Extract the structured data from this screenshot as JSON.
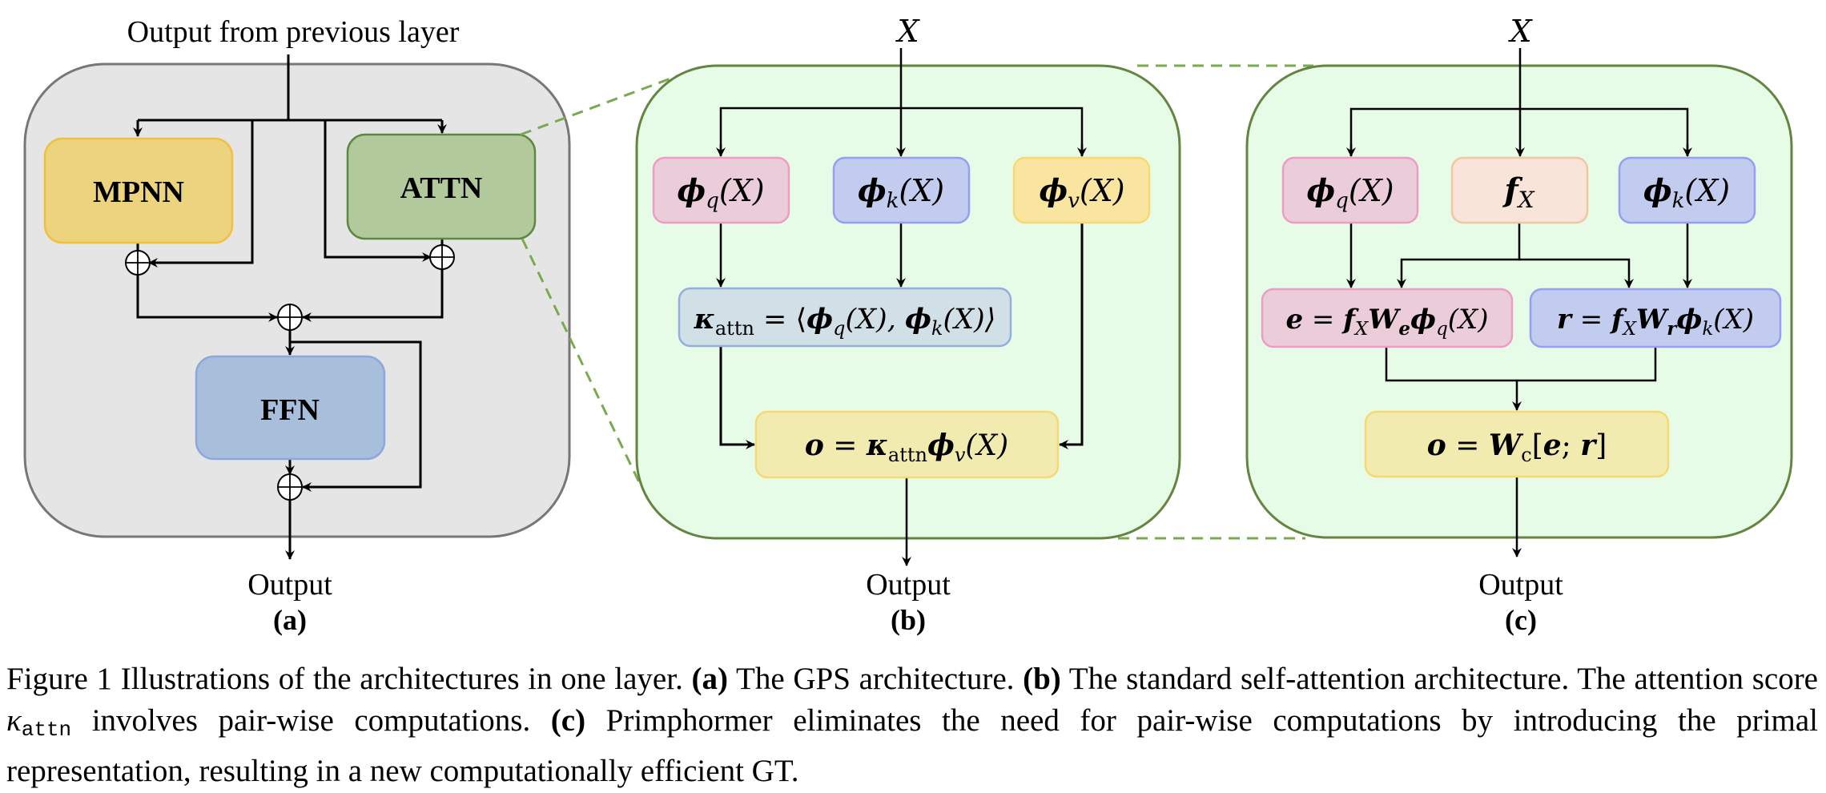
{
  "colors": {
    "gps_panel_fill": "#e5e5e5",
    "gps_panel_stroke": "#777777",
    "mpnn_fill": "#ecd37e",
    "mpnn_stroke": "#f2c040",
    "attn_fill": "#b2ca9b",
    "attn_stroke": "#5d8841",
    "ffn_fill": "#a7bfdb",
    "ffn_stroke": "#8ea6de",
    "detail_panel_fill": "#e6fce6",
    "detail_panel_stroke": "#648442",
    "dash": "#7aaa50",
    "pink_fill": "#ebcdd9",
    "pink_stroke": "#ef9bc6",
    "blue_fill": "#c2ccee",
    "blue_stroke": "#9a9ef0",
    "yellow_fill": "#f9e5a0",
    "yellow_stroke": "#f7d873",
    "kattn_fill": "#d1e0e6",
    "kattn_stroke": "#94aee0",
    "fx_fill": "#f8e4d8",
    "fx_stroke": "#f0c6a4",
    "out_fill": "#f2ebb0",
    "out_stroke": "#f7d873"
  },
  "panel_a": {
    "input_label": "Output from previous layer",
    "mpnn": "MPNN",
    "attn": "ATTN",
    "ffn": "FFN",
    "output_label": "Output",
    "sublabel": "(a)",
    "add_icon": "circled-plus"
  },
  "panel_b": {
    "input_label": "X",
    "phi_q": {
      "base": "ϕ",
      "sub": "q",
      "arg": "(X)"
    },
    "phi_k": {
      "base": "ϕ",
      "sub": "k",
      "arg": "(X)"
    },
    "phi_v": {
      "base": "ϕ",
      "sub": "v",
      "arg": "(X)"
    },
    "kattn_expr": {
      "lhs": "κ",
      "lhs_sub": "attn",
      "eq": " = ⟨",
      "t1": "ϕ",
      "t1_sub": "q",
      "t1_arg": "(X), ",
      "t2": "ϕ",
      "t2_sub": "k",
      "t2_arg": "(X)⟩"
    },
    "output_expr": {
      "o": "o",
      "eq": " = ",
      "k": "κ",
      "k_sub": "attn",
      "p": "ϕ",
      "p_sub": "v",
      "arg": "(X)"
    },
    "output_label": "Output",
    "sublabel": "(b)"
  },
  "panel_c": {
    "input_label": "X",
    "phi_q": {
      "base": "ϕ",
      "sub": "q",
      "arg": "(X)"
    },
    "fx": {
      "base": "f",
      "sub": "X"
    },
    "phi_k": {
      "base": "ϕ",
      "sub": "k",
      "arg": "(X)"
    },
    "e_expr": {
      "lhs": "e",
      "eq": " = ",
      "f": "f",
      "f_sub": "X",
      "w": "W",
      "w_sub": "e",
      "p": "ϕ",
      "p_sub": "q",
      "arg": "(X)"
    },
    "r_expr": {
      "lhs": "r",
      "eq": " = ",
      "f": "f",
      "f_sub": "X",
      "w": "W",
      "w_sub": "r",
      "p": "ϕ",
      "p_sub": "k",
      "arg": "(X)"
    },
    "output_expr": {
      "o": "o",
      "eq": " = ",
      "w": "W",
      "w_sub": "c",
      "open": "[",
      "e": "e",
      "sep": "; ",
      "r": "r",
      "close": "]"
    },
    "output_label": "Output",
    "sublabel": "(c)"
  },
  "caption": {
    "figure_label": "Figure 1",
    "intro": " Illustrations of the architectures in one layer.  ",
    "a_tag": "(a)",
    "a_text": " The GPS architecture.  ",
    "b_tag": "(b)",
    "b_text_1": " The standard self-attention architecture.  The attention score ",
    "kappa": "κ",
    "kappa_sub": "attn",
    "b_text_2": " involves pair-wise computations.  ",
    "c_tag": "(c)",
    "c_text": " Primphormer eliminates the need for pair-wise computations by introducing the primal representation, resulting in a new computationally efficient GT."
  }
}
